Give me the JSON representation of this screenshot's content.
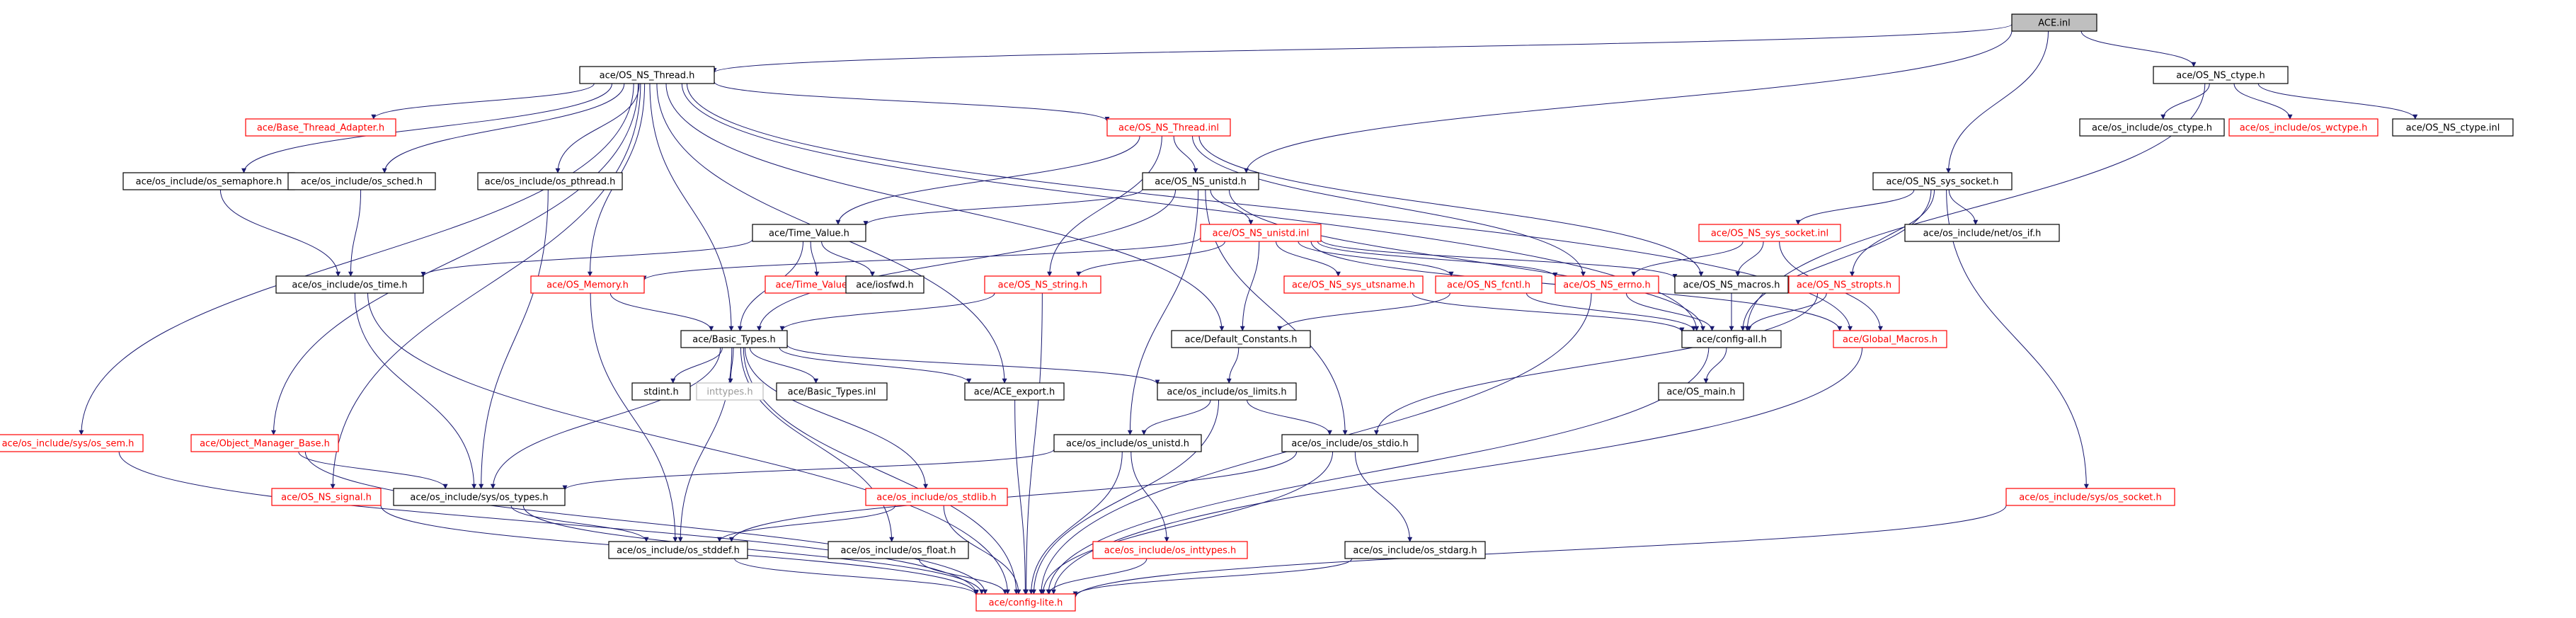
{
  "colors": {
    "edge": "#191970",
    "text_normal": "#000000",
    "text_red": "#ff0000",
    "text_gray": "#9a9a9a",
    "border_normal": "#000000",
    "border_red": "#ff0000",
    "border_gray": "#bfbfbf",
    "root_fill": "#bfbfbf",
    "fill": "#ffffff"
  },
  "nodes": [
    {
      "id": "ace_inl",
      "label": "ACE.inl",
      "style": "root"
    },
    {
      "id": "os_ns_thread_h",
      "label": "ace/OS_NS_Thread.h",
      "style": "normal"
    },
    {
      "id": "os_ns_ctype_h",
      "label": "ace/OS_NS_ctype.h",
      "style": "normal"
    },
    {
      "id": "base_thread_adapter",
      "label": "ace/Base_Thread_Adapter.h",
      "style": "red"
    },
    {
      "id": "os_ns_thread_inl",
      "label": "ace/OS_NS_Thread.inl",
      "style": "red"
    },
    {
      "id": "oi_semaphore",
      "label": "ace/os_include/os_semaphore.h",
      "style": "normal"
    },
    {
      "id": "oi_sched",
      "label": "ace/os_include/os_sched.h",
      "style": "normal"
    },
    {
      "id": "oi_pthread",
      "label": "ace/os_include/os_pthread.h",
      "style": "normal"
    },
    {
      "id": "os_ns_unistd_h",
      "label": "ace/OS_NS_unistd.h",
      "style": "normal"
    },
    {
      "id": "os_ns_sys_socket_h",
      "label": "ace/OS_NS_sys_socket.h",
      "style": "normal"
    },
    {
      "id": "oi_ctype",
      "label": "ace/os_include/os_ctype.h",
      "style": "normal"
    },
    {
      "id": "oi_wctype",
      "label": "ace/os_include/os_wctype.h",
      "style": "red"
    },
    {
      "id": "os_ns_ctype_inl",
      "label": "ace/OS_NS_ctype.inl",
      "style": "normal"
    },
    {
      "id": "time_value_h",
      "label": "ace/Time_Value.h",
      "style": "normal"
    },
    {
      "id": "os_ns_unistd_inl",
      "label": "ace/OS_NS_unistd.inl",
      "style": "red"
    },
    {
      "id": "os_ns_sys_socket_inl",
      "label": "ace/OS_NS_sys_socket.inl",
      "style": "red"
    },
    {
      "id": "oi_net_if",
      "label": "ace/os_include/net/os_if.h",
      "style": "normal"
    },
    {
      "id": "oi_time",
      "label": "ace/os_include/os_time.h",
      "style": "normal"
    },
    {
      "id": "os_memory",
      "label": "ace/OS_Memory.h",
      "style": "red"
    },
    {
      "id": "time_value_inl",
      "label": "ace/Time_Value.inl",
      "style": "red"
    },
    {
      "id": "iosfwd",
      "label": "ace/iosfwd.h",
      "style": "normal"
    },
    {
      "id": "os_ns_string",
      "label": "ace/OS_NS_string.h",
      "style": "red"
    },
    {
      "id": "os_ns_sys_utsname",
      "label": "ace/OS_NS_sys_utsname.h",
      "style": "red"
    },
    {
      "id": "os_ns_fcntl",
      "label": "ace/OS_NS_fcntl.h",
      "style": "red"
    },
    {
      "id": "os_ns_errno",
      "label": "ace/OS_NS_errno.h",
      "style": "red"
    },
    {
      "id": "os_ns_macros",
      "label": "ace/OS_NS_macros.h",
      "style": "normal"
    },
    {
      "id": "os_ns_stropts",
      "label": "ace/OS_NS_stropts.h",
      "style": "red"
    },
    {
      "id": "basic_types_h",
      "label": "ace/Basic_Types.h",
      "style": "normal"
    },
    {
      "id": "default_constants",
      "label": "ace/Default_Constants.h",
      "style": "normal"
    },
    {
      "id": "config_all",
      "label": "ace/config-all.h",
      "style": "normal"
    },
    {
      "id": "global_macros",
      "label": "ace/Global_Macros.h",
      "style": "red"
    },
    {
      "id": "stdint",
      "label": "stdint.h",
      "style": "normal"
    },
    {
      "id": "inttypes",
      "label": "inttypes.h",
      "style": "gray"
    },
    {
      "id": "basic_types_inl",
      "label": "ace/Basic_Types.inl",
      "style": "normal"
    },
    {
      "id": "ace_export",
      "label": "ace/ACE_export.h",
      "style": "normal"
    },
    {
      "id": "oi_limits",
      "label": "ace/os_include/os_limits.h",
      "style": "normal"
    },
    {
      "id": "os_main",
      "label": "ace/OS_main.h",
      "style": "normal"
    },
    {
      "id": "oi_sys_os_sem",
      "label": "ace/os_include/sys/os_sem.h",
      "style": "red"
    },
    {
      "id": "object_manager_base",
      "label": "ace/Object_Manager_Base.h",
      "style": "red"
    },
    {
      "id": "oi_unistd",
      "label": "ace/os_include/os_unistd.h",
      "style": "normal"
    },
    {
      "id": "oi_stdio",
      "label": "ace/os_include/os_stdio.h",
      "style": "normal"
    },
    {
      "id": "os_ns_signal",
      "label": "ace/OS_NS_signal.h",
      "style": "red"
    },
    {
      "id": "oi_sys_os_types",
      "label": "ace/os_include/sys/os_types.h",
      "style": "normal"
    },
    {
      "id": "oi_stdlib",
      "label": "ace/os_include/os_stdlib.h",
      "style": "red"
    },
    {
      "id": "oi_sys_os_socket",
      "label": "ace/os_include/sys/os_socket.h",
      "style": "red"
    },
    {
      "id": "oi_stddef",
      "label": "ace/os_include/os_stddef.h",
      "style": "normal"
    },
    {
      "id": "oi_float",
      "label": "ace/os_include/os_float.h",
      "style": "normal"
    },
    {
      "id": "oi_inttypes",
      "label": "ace/os_include/os_inttypes.h",
      "style": "red"
    },
    {
      "id": "oi_stdarg",
      "label": "ace/os_include/os_stdarg.h",
      "style": "normal"
    },
    {
      "id": "config_lite",
      "label": "ace/config-lite.h",
      "style": "red"
    }
  ],
  "edges": [
    [
      "ace_inl",
      "os_ns_thread_h"
    ],
    [
      "ace_inl",
      "os_ns_ctype_h"
    ],
    [
      "ace_inl",
      "os_ns_unistd_h"
    ],
    [
      "ace_inl",
      "os_ns_sys_socket_h"
    ],
    [
      "os_ns_thread_h",
      "base_thread_adapter"
    ],
    [
      "os_ns_thread_h",
      "os_ns_thread_inl"
    ],
    [
      "os_ns_thread_h",
      "oi_semaphore"
    ],
    [
      "os_ns_thread_h",
      "oi_sched"
    ],
    [
      "os_ns_thread_h",
      "oi_pthread"
    ],
    [
      "os_ns_thread_h",
      "os_memory"
    ],
    [
      "os_ns_thread_h",
      "basic_types_h"
    ],
    [
      "os_ns_thread_h",
      "default_constants"
    ],
    [
      "os_ns_thread_h",
      "config_all"
    ],
    [
      "os_ns_thread_h",
      "global_macros"
    ],
    [
      "os_ns_thread_h",
      "ace_export"
    ],
    [
      "os_ns_thread_h",
      "oi_sys_os_sem"
    ],
    [
      "os_ns_thread_h",
      "object_manager_base"
    ],
    [
      "os_ns_thread_h",
      "os_ns_signal"
    ],
    [
      "os_ns_ctype_h",
      "oi_ctype"
    ],
    [
      "os_ns_ctype_h",
      "oi_wctype"
    ],
    [
      "os_ns_ctype_h",
      "os_ns_ctype_inl"
    ],
    [
      "os_ns_ctype_h",
      "config_all"
    ],
    [
      "os_ns_thread_inl",
      "os_ns_unistd_h"
    ],
    [
      "os_ns_thread_inl",
      "time_value_h"
    ],
    [
      "os_ns_thread_inl",
      "os_ns_string"
    ],
    [
      "os_ns_thread_inl",
      "os_ns_errno"
    ],
    [
      "os_ns_thread_inl",
      "os_ns_macros"
    ],
    [
      "oi_semaphore",
      "oi_time"
    ],
    [
      "oi_sched",
      "oi_time"
    ],
    [
      "oi_pthread",
      "oi_sys_os_types"
    ],
    [
      "os_ns_unistd_h",
      "time_value_h"
    ],
    [
      "os_ns_unistd_h",
      "os_ns_unistd_inl"
    ],
    [
      "os_ns_unistd_h",
      "basic_types_h"
    ],
    [
      "os_ns_unistd_h",
      "oi_unistd"
    ],
    [
      "os_ns_unistd_h",
      "oi_stdio"
    ],
    [
      "os_ns_unistd_h",
      "config_all"
    ],
    [
      "os_ns_sys_socket_h",
      "os_ns_sys_socket_inl"
    ],
    [
      "os_ns_sys_socket_h",
      "oi_net_if"
    ],
    [
      "os_ns_sys_socket_h",
      "os_ns_stropts"
    ],
    [
      "os_ns_sys_socket_h",
      "config_all"
    ],
    [
      "os_ns_sys_socket_h",
      "oi_sys_os_socket"
    ],
    [
      "time_value_h",
      "oi_time"
    ],
    [
      "time_value_h",
      "time_value_inl"
    ],
    [
      "time_value_h",
      "iosfwd"
    ],
    [
      "time_value_h",
      "basic_types_h"
    ],
    [
      "os_ns_unistd_inl",
      "os_memory"
    ],
    [
      "os_ns_unistd_inl",
      "os_ns_string"
    ],
    [
      "os_ns_unistd_inl",
      "os_ns_sys_utsname"
    ],
    [
      "os_ns_unistd_inl",
      "os_ns_fcntl"
    ],
    [
      "os_ns_unistd_inl",
      "os_ns_errno"
    ],
    [
      "os_ns_unistd_inl",
      "os_ns_macros"
    ],
    [
      "os_ns_unistd_inl",
      "default_constants"
    ],
    [
      "os_ns_unistd_inl",
      "global_macros"
    ],
    [
      "os_ns_sys_socket_inl",
      "os_ns_errno"
    ],
    [
      "os_ns_sys_socket_inl",
      "os_ns_macros"
    ],
    [
      "os_ns_sys_socket_inl",
      "global_macros"
    ],
    [
      "oi_time",
      "oi_sys_os_types"
    ],
    [
      "oi_time",
      "config_lite"
    ],
    [
      "os_memory",
      "basic_types_h"
    ],
    [
      "os_memory",
      "oi_stddef"
    ],
    [
      "os_ns_string",
      "basic_types_h"
    ],
    [
      "os_ns_string",
      "config_lite"
    ],
    [
      "os_ns_sys_utsname",
      "config_all"
    ],
    [
      "os_ns_fcntl",
      "default_constants"
    ],
    [
      "os_ns_fcntl",
      "config_all"
    ],
    [
      "os_ns_errno",
      "config_all"
    ],
    [
      "os_ns_errno",
      "config_lite"
    ],
    [
      "os_ns_macros",
      "config_all"
    ],
    [
      "os_ns_stropts",
      "config_all"
    ],
    [
      "os_ns_stropts",
      "oi_stdio"
    ],
    [
      "basic_types_h",
      "stdint"
    ],
    [
      "basic_types_h",
      "inttypes"
    ],
    [
      "basic_types_h",
      "basic_types_inl"
    ],
    [
      "basic_types_h",
      "ace_export"
    ],
    [
      "basic_types_h",
      "oi_limits"
    ],
    [
      "basic_types_h",
      "oi_sys_os_types"
    ],
    [
      "basic_types_h",
      "oi_stdlib"
    ],
    [
      "basic_types_h",
      "oi_float"
    ],
    [
      "basic_types_h",
      "oi_stddef"
    ],
    [
      "basic_types_h",
      "config_lite"
    ],
    [
      "default_constants",
      "oi_limits"
    ],
    [
      "config_all",
      "os_main"
    ],
    [
      "config_all",
      "config_lite"
    ],
    [
      "global_macros",
      "config_lite"
    ],
    [
      "ace_export",
      "config_lite"
    ],
    [
      "oi_limits",
      "oi_unistd"
    ],
    [
      "oi_limits",
      "oi_stdio"
    ],
    [
      "oi_limits",
      "config_lite"
    ],
    [
      "oi_sys_os_sem",
      "config_lite"
    ],
    [
      "object_manager_base",
      "oi_sys_os_types"
    ],
    [
      "object_manager_base",
      "config_lite"
    ],
    [
      "oi_unistd",
      "oi_sys_os_types"
    ],
    [
      "oi_unistd",
      "oi_inttypes"
    ],
    [
      "oi_unistd",
      "config_lite"
    ],
    [
      "oi_stdio",
      "oi_stddef"
    ],
    [
      "oi_stdio",
      "oi_stdarg"
    ],
    [
      "oi_stdio",
      "config_lite"
    ],
    [
      "os_ns_signal",
      "config_lite"
    ],
    [
      "oi_sys_os_types",
      "oi_stddef"
    ],
    [
      "oi_sys_os_types",
      "config_lite"
    ],
    [
      "oi_stdlib",
      "oi_stddef"
    ],
    [
      "oi_stdlib",
      "config_lite"
    ],
    [
      "oi_sys_os_socket",
      "config_lite"
    ],
    [
      "oi_stddef",
      "config_lite"
    ],
    [
      "oi_float",
      "config_lite"
    ],
    [
      "oi_inttypes",
      "config_lite"
    ],
    [
      "oi_stdarg",
      "config_lite"
    ]
  ]
}
